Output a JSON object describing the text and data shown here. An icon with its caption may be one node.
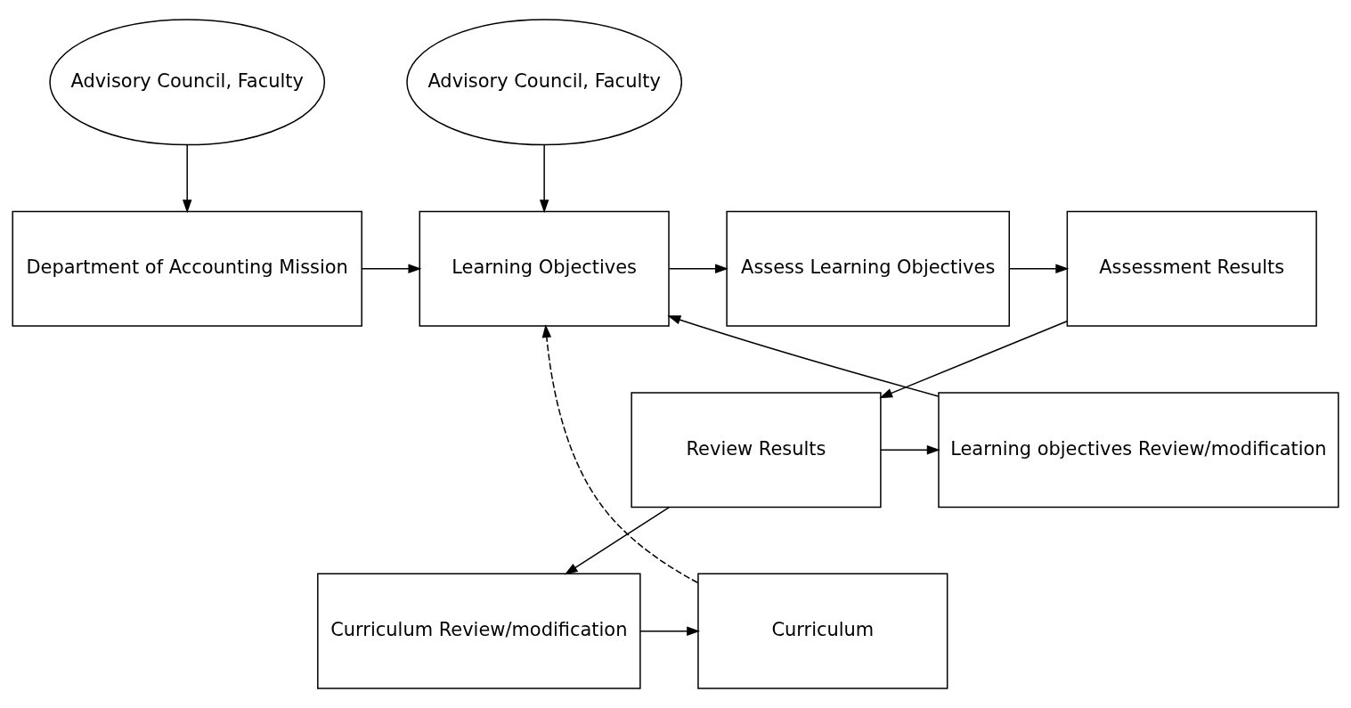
{
  "diagram": {
    "nodes": [
      {
        "text": [
          "Advisory Council, Faculty"
        ]
      },
      {
        "text": [
          "Advisory Council, Faculty"
        ]
      },
      {
        "text": [
          "Department of Accounting Mission"
        ]
      },
      {
        "text": [
          "Learning Objectives"
        ]
      },
      {
        "text": [
          "Assess Learning Objectives"
        ]
      },
      {
        "text": [
          "Assessment Results"
        ]
      },
      {
        "text": [
          "Learning objectives Review/modification"
        ]
      },
      {
        "text": [
          "Review Results"
        ]
      },
      {
        "text": [
          "Curriculum"
        ]
      },
      {
        "text": [
          "Curriculum Review/modification"
        ]
      }
    ],
    "edges": [
      {
        "from": 0,
        "to": 2,
        "arrow": "to"
      },
      {
        "from": 1,
        "to": 3,
        "arrow": "to"
      },
      {
        "from": 2,
        "to": 3,
        "arrow": "to"
      },
      {
        "from": 3,
        "to": 4,
        "arrow": "to"
      },
      {
        "from": 4,
        "to": 5,
        "arrow": "to"
      },
      {
        "from": 5,
        "to": 7,
        "arrow": "to"
      },
      {
        "from": 7,
        "to": 6,
        "arrow": "to"
      },
      {
        "from": 7,
        "to": 9,
        "arrow": "to"
      },
      {
        "from": 9,
        "to": 8,
        "arrow": "to"
      },
      {
        "from": 6,
        "to": 3,
        "arrow": "to"
      },
      {
        "from": 8,
        "to": 3,
        "arrow": "to",
        "style": "dashed"
      }
    ]
  }
}
